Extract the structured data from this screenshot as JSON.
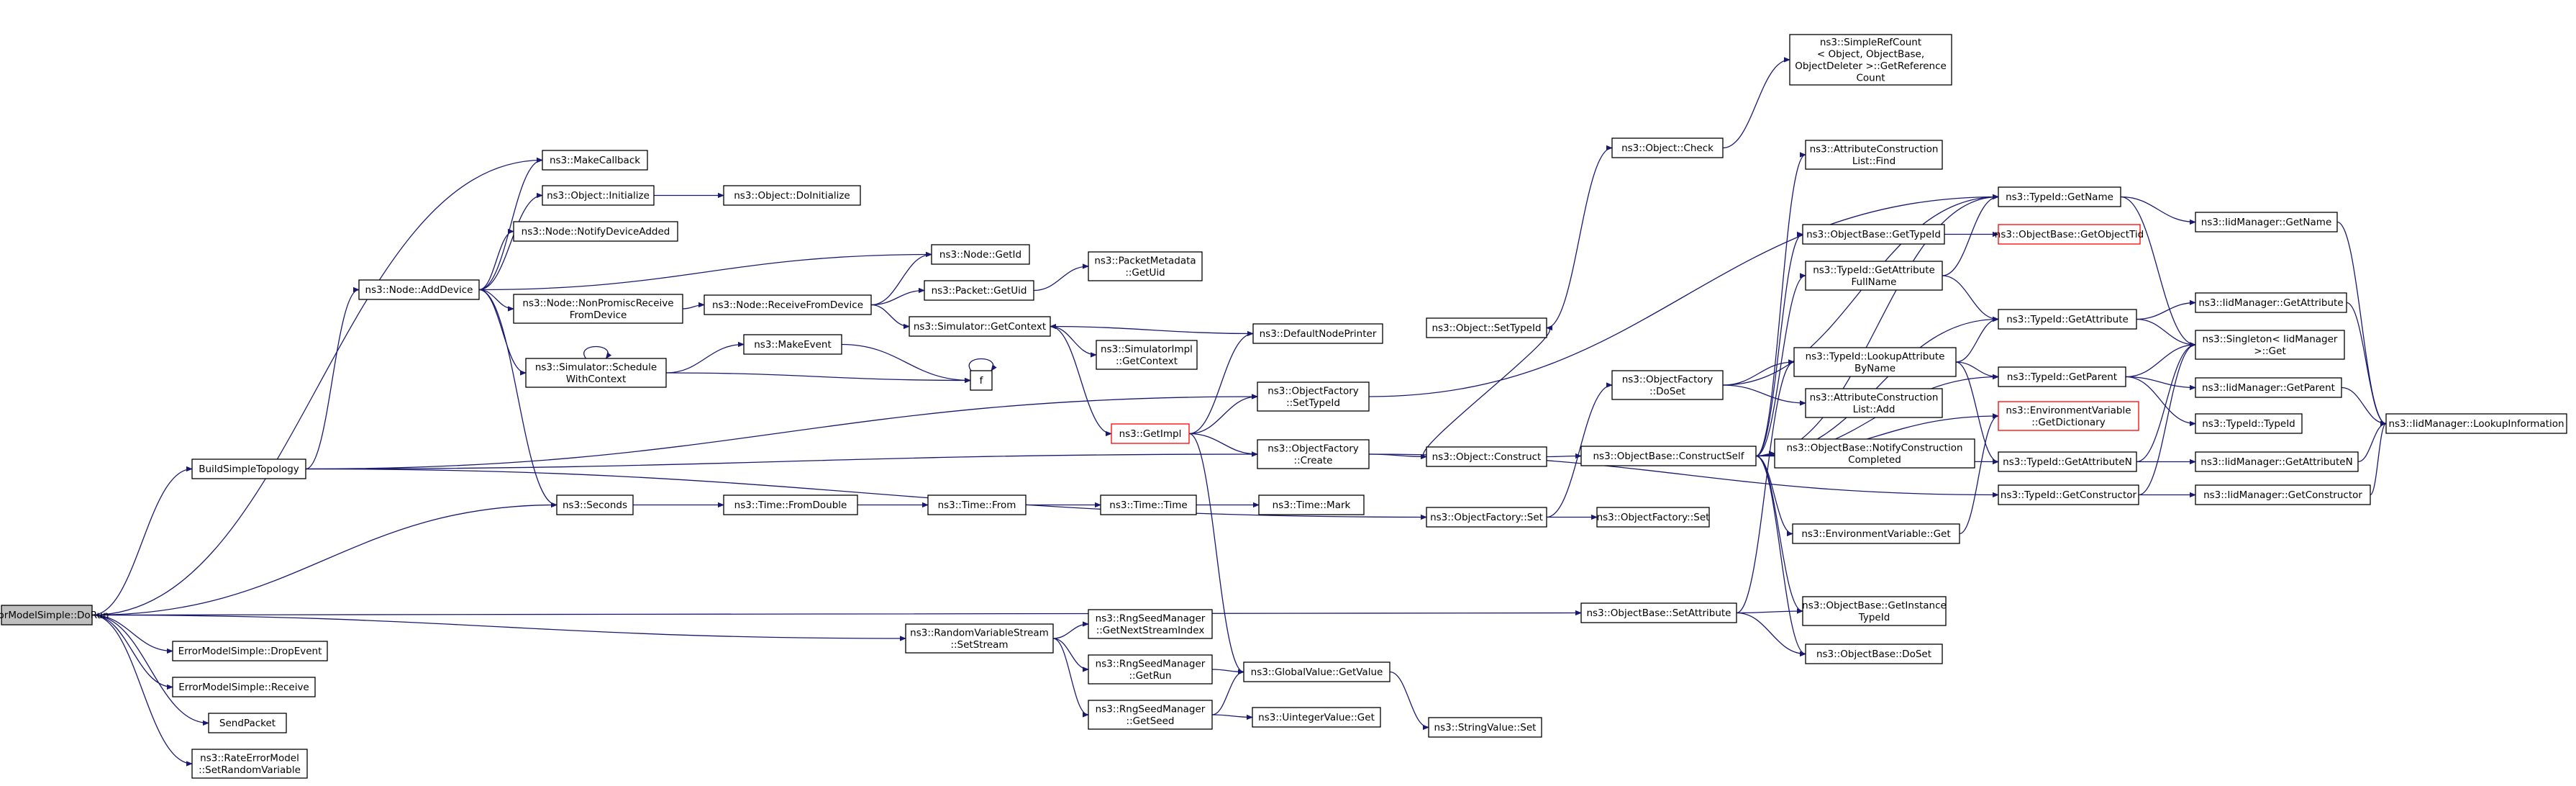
{
  "diagram": {
    "type": "call-graph",
    "colors": {
      "root_fill": "#bfbfbf",
      "edge": "#191970",
      "truncated_border": "#ff0000",
      "node_border": "#000000"
    },
    "nodes": [
      {
        "id": "dorun",
        "lines": [
          "ErrorModelSimple::DoRun"
        ],
        "root": true
      },
      {
        "id": "buildtopo",
        "lines": [
          "BuildSimpleTopology"
        ]
      },
      {
        "id": "dropevent",
        "lines": [
          "ErrorModelSimple::DropEvent"
        ]
      },
      {
        "id": "receive",
        "lines": [
          "ErrorModelSimple::Receive"
        ]
      },
      {
        "id": "sendpacket",
        "lines": [
          "SendPacket"
        ]
      },
      {
        "id": "setrandvar",
        "lines": [
          "ns3::RateErrorModel",
          "::SetRandomVariable"
        ]
      },
      {
        "id": "makecallback",
        "lines": [
          "ns3::MakeCallback"
        ]
      },
      {
        "id": "objinit",
        "lines": [
          "ns3::Object::Initialize"
        ]
      },
      {
        "id": "notifydev",
        "lines": [
          "ns3::Node::NotifyDeviceAdded"
        ]
      },
      {
        "id": "adddevice",
        "lines": [
          "ns3::Node::AddDevice"
        ]
      },
      {
        "id": "nonpromisc",
        "lines": [
          "ns3::Node::NonPromiscReceive",
          "FromDevice"
        ]
      },
      {
        "id": "schedctx",
        "lines": [
          "ns3::Simulator::Schedule",
          "WithContext"
        ]
      },
      {
        "id": "seconds",
        "lines": [
          "ns3::Seconds"
        ]
      },
      {
        "id": "dostart",
        "lines": [
          "ns3::Object::DoInitialize"
        ]
      },
      {
        "id": "nodegetid",
        "lines": [
          "ns3::Node::GetId"
        ]
      },
      {
        "id": "recvfromdev",
        "lines": [
          "ns3::Node::ReceiveFromDevice"
        ]
      },
      {
        "id": "packetgetuid",
        "lines": [
          "ns3::Packet::GetUid"
        ]
      },
      {
        "id": "pktmeta",
        "lines": [
          "ns3::PacketMetadata",
          "::GetUid"
        ]
      },
      {
        "id": "simgetctx",
        "lines": [
          "ns3::Simulator::GetContext"
        ]
      },
      {
        "id": "simimplctx",
        "lines": [
          "ns3::SimulatorImpl",
          "::GetContext"
        ]
      },
      {
        "id": "makeevent",
        "lines": [
          "ns3::MakeEvent"
        ]
      },
      {
        "id": "f",
        "lines": [
          "f"
        ]
      },
      {
        "id": "defnodeprinter",
        "lines": [
          "ns3::DefaultNodePrinter"
        ]
      },
      {
        "id": "getimpl",
        "lines": [
          "ns3::GetImpl"
        ],
        "truncated": true
      },
      {
        "id": "ofsettypeid",
        "lines": [
          "ns3::ObjectFactory",
          "::SetTypeId"
        ]
      },
      {
        "id": "ofcreate",
        "lines": [
          "ns3::ObjectFactory",
          "::Create"
        ]
      },
      {
        "id": "fromdouble",
        "lines": [
          "ns3::Time::FromDouble"
        ]
      },
      {
        "id": "timefrom",
        "lines": [
          "ns3::Time::From"
        ]
      },
      {
        "id": "timetime",
        "lines": [
          "ns3::Time::Time"
        ]
      },
      {
        "id": "timemark",
        "lines": [
          "ns3::Time::Mark"
        ]
      },
      {
        "id": "rvsetstream",
        "lines": [
          "ns3::RandomVariableStream",
          "::SetStream"
        ]
      },
      {
        "id": "rngnextstream",
        "lines": [
          "ns3::RngSeedManager",
          "::GetNextStreamIndex"
        ]
      },
      {
        "id": "rnggetrun",
        "lines": [
          "ns3::RngSeedManager",
          "::GetRun"
        ]
      },
      {
        "id": "rnggetseed",
        "lines": [
          "ns3::RngSeedManager",
          "::GetSeed"
        ]
      },
      {
        "id": "gvgetvalue",
        "lines": [
          "ns3::GlobalValue::GetValue"
        ]
      },
      {
        "id": "uintget",
        "lines": [
          "ns3::UintegerValue::Get"
        ]
      },
      {
        "id": "strset",
        "lines": [
          "ns3::StringValue::Set"
        ]
      },
      {
        "id": "objsettypeid",
        "lines": [
          "ns3::Object::SetTypeId"
        ]
      },
      {
        "id": "objconstruct",
        "lines": [
          "ns3::Object::Construct"
        ]
      },
      {
        "id": "ofset",
        "lines": [
          "ns3::ObjectFactory::Set"
        ]
      },
      {
        "id": "ofset2",
        "lines": [
          "ns3::ObjectFactory::Set"
        ]
      },
      {
        "id": "objcheck",
        "lines": [
          "ns3::Object::Check"
        ]
      },
      {
        "id": "simplerefcount",
        "lines": [
          "ns3::SimpleRefCount",
          "< Object, ObjectBase,",
          "ObjectDeleter >::GetReference",
          "Count"
        ]
      },
      {
        "id": "ofdoset",
        "lines": [
          "ns3::ObjectFactory",
          "::DoSet"
        ]
      },
      {
        "id": "obconstructself",
        "lines": [
          "ns3::ObjectBase::ConstructSelf"
        ]
      },
      {
        "id": "obsetattr",
        "lines": [
          "ns3::ObjectBase::SetAttribute"
        ]
      },
      {
        "id": "acfind",
        "lines": [
          "ns3::AttributeConstruction",
          "List::Find"
        ]
      },
      {
        "id": "obgettypeid",
        "lines": [
          "ns3::ObjectBase::GetTypeId"
        ]
      },
      {
        "id": "tidgetattrfull",
        "lines": [
          "ns3::TypeId::GetAttribute",
          "FullName"
        ]
      },
      {
        "id": "tidlookupattr",
        "lines": [
          "ns3::TypeId::LookupAttribute",
          "ByName"
        ]
      },
      {
        "id": "acadd",
        "lines": [
          "ns3::AttributeConstruction",
          "List::Add"
        ]
      },
      {
        "id": "obnotify",
        "lines": [
          "ns3::ObjectBase::NotifyConstruction",
          "Completed"
        ]
      },
      {
        "id": "envget",
        "lines": [
          "ns3::EnvironmentVariable::Get"
        ]
      },
      {
        "id": "obgetinst",
        "lines": [
          "ns3::ObjectBase::GetInstance",
          "TypeId"
        ]
      },
      {
        "id": "obdoset",
        "lines": [
          "ns3::ObjectBase::DoSet"
        ]
      },
      {
        "id": "tidgetname",
        "lines": [
          "ns3::TypeId::GetName"
        ]
      },
      {
        "id": "obgetobjtid",
        "lines": [
          "ns3::ObjectBase::GetObjectTid"
        ],
        "truncated": true
      },
      {
        "id": "tidgetattr",
        "lines": [
          "ns3::TypeId::GetAttribute"
        ]
      },
      {
        "id": "tidgetparent",
        "lines": [
          "ns3::TypeId::GetParent"
        ]
      },
      {
        "id": "envgetdict",
        "lines": [
          "ns3::EnvironmentVariable",
          "::GetDictionary"
        ],
        "truncated": true
      },
      {
        "id": "tidgetattrn",
        "lines": [
          "ns3::TypeId::GetAttributeN"
        ]
      },
      {
        "id": "tidgetctor",
        "lines": [
          "ns3::TypeId::GetConstructor"
        ]
      },
      {
        "id": "iidgetname",
        "lines": [
          "ns3::IidManager::GetName"
        ]
      },
      {
        "id": "iidgetattr",
        "lines": [
          "ns3::IidManager::GetAttribute"
        ]
      },
      {
        "id": "singletonget",
        "lines": [
          "ns3::Singleton< IidManager",
          " >::Get"
        ]
      },
      {
        "id": "iidgetparent",
        "lines": [
          "ns3::IidManager::GetParent"
        ]
      },
      {
        "id": "tidtypeid",
        "lines": [
          "ns3::TypeId::TypeId"
        ]
      },
      {
        "id": "iidgetattrn",
        "lines": [
          "ns3::IidManager::GetAttributeN"
        ]
      },
      {
        "id": "iidgetctor",
        "lines": [
          "ns3::IidManager::GetConstructor"
        ]
      },
      {
        "id": "iidlookup",
        "lines": [
          "ns3::IidManager::LookupInformation"
        ]
      }
    ],
    "edges": [
      [
        "dorun",
        "buildtopo"
      ],
      [
        "dorun",
        "dropevent"
      ],
      [
        "dorun",
        "receive"
      ],
      [
        "dorun",
        "sendpacket"
      ],
      [
        "dorun",
        "setrandvar"
      ],
      [
        "dorun",
        "makecallback"
      ],
      [
        "dorun",
        "seconds"
      ],
      [
        "dorun",
        "rvsetstream"
      ],
      [
        "dorun",
        "obsetattr"
      ],
      [
        "buildtopo",
        "adddevice"
      ],
      [
        "buildtopo",
        "ofsettypeid"
      ],
      [
        "buildtopo",
        "ofcreate"
      ],
      [
        "buildtopo",
        "ofset"
      ],
      [
        "adddevice",
        "makecallback"
      ],
      [
        "adddevice",
        "objinit"
      ],
      [
        "adddevice",
        "notifydev"
      ],
      [
        "adddevice",
        "nodegetid"
      ],
      [
        "adddevice",
        "nonpromisc"
      ],
      [
        "adddevice",
        "schedctx"
      ],
      [
        "adddevice",
        "seconds"
      ],
      [
        "objinit",
        "dostart"
      ],
      [
        "nonpromisc",
        "recvfromdev"
      ],
      [
        "recvfromdev",
        "nodegetid"
      ],
      [
        "recvfromdev",
        "packetgetuid"
      ],
      [
        "recvfromdev",
        "simgetctx"
      ],
      [
        "packetgetuid",
        "pktmeta"
      ],
      [
        "simgetctx",
        "simimplctx"
      ],
      [
        "simgetctx",
        "getimpl"
      ],
      [
        "schedctx",
        "schedctx"
      ],
      [
        "schedctx",
        "makeevent"
      ],
      [
        "schedctx",
        "f"
      ],
      [
        "makeevent",
        "f"
      ],
      [
        "f",
        "f"
      ],
      [
        "defnodeprinter",
        "simgetctx"
      ],
      [
        "getimpl",
        "defnodeprinter"
      ],
      [
        "getimpl",
        "ofsettypeid"
      ],
      [
        "getimpl",
        "ofcreate"
      ],
      [
        "getimpl",
        "gvgetvalue"
      ],
      [
        "seconds",
        "fromdouble"
      ],
      [
        "fromdouble",
        "timefrom"
      ],
      [
        "timefrom",
        "timetime"
      ],
      [
        "timetime",
        "timemark"
      ],
      [
        "rvsetstream",
        "rngnextstream"
      ],
      [
        "rvsetstream",
        "rnggetrun"
      ],
      [
        "rvsetstream",
        "rnggetseed"
      ],
      [
        "rnggetrun",
        "gvgetvalue"
      ],
      [
        "rnggetseed",
        "gvgetvalue"
      ],
      [
        "rnggetseed",
        "uintget"
      ],
      [
        "gvgetvalue",
        "strset"
      ],
      [
        "ofsettypeid",
        "tidgetname"
      ],
      [
        "ofcreate",
        "objconstruct"
      ],
      [
        "ofcreate",
        "tidgetctor"
      ],
      [
        "objconstruct",
        "objsettypeid"
      ],
      [
        "objconstruct",
        "obconstructself"
      ],
      [
        "objsettypeid",
        "objcheck"
      ],
      [
        "objcheck",
        "simplerefcount"
      ],
      [
        "ofset",
        "ofdoset"
      ],
      [
        "ofset",
        "ofset2"
      ],
      [
        "ofdoset",
        "tidgetname"
      ],
      [
        "ofdoset",
        "tidlookupattr"
      ],
      [
        "ofdoset",
        "acadd"
      ],
      [
        "obconstructself",
        "acfind"
      ],
      [
        "obconstructself",
        "obgettypeid"
      ],
      [
        "obconstructself",
        "tidgetattrfull"
      ],
      [
        "obconstructself",
        "tidgetattr"
      ],
      [
        "obconstructself",
        "tidgetname"
      ],
      [
        "obconstructself",
        "tidgetparent"
      ],
      [
        "obconstructself",
        "obnotify"
      ],
      [
        "obconstructself",
        "envget"
      ],
      [
        "obconstructself",
        "obgetinst"
      ],
      [
        "obconstructself",
        "obdoset"
      ],
      [
        "obconstructself",
        "tidgetattrn"
      ],
      [
        "obconstructself",
        "envgetdict"
      ],
      [
        "obsetattr",
        "obgetinst"
      ],
      [
        "obsetattr",
        "obdoset"
      ],
      [
        "obsetattr",
        "tidlookupattr"
      ],
      [
        "obgettypeid",
        "obgetobjtid"
      ],
      [
        "tidgetattrfull",
        "tidgetname"
      ],
      [
        "tidgetattrfull",
        "tidgetattr"
      ],
      [
        "tidlookupattr",
        "tidgetattr"
      ],
      [
        "tidlookupattr",
        "tidgetparent"
      ],
      [
        "tidlookupattr",
        "tidgetattrn"
      ],
      [
        "envget",
        "envgetdict"
      ],
      [
        "tidgetname",
        "iidgetname"
      ],
      [
        "tidgetname",
        "singletonget"
      ],
      [
        "tidgetattr",
        "iidgetattr"
      ],
      [
        "tidgetattr",
        "singletonget"
      ],
      [
        "tidgetparent",
        "iidgetparent"
      ],
      [
        "tidgetparent",
        "singletonget"
      ],
      [
        "tidgetparent",
        "tidtypeid"
      ],
      [
        "tidgetattrn",
        "iidgetattrn"
      ],
      [
        "tidgetattrn",
        "singletonget"
      ],
      [
        "tidgetctor",
        "iidgetctor"
      ],
      [
        "tidgetctor",
        "singletonget"
      ],
      [
        "iidgetname",
        "iidlookup"
      ],
      [
        "iidgetattr",
        "iidlookup"
      ],
      [
        "iidgetparent",
        "iidlookup"
      ],
      [
        "iidgetattrn",
        "iidlookup"
      ],
      [
        "iidgetctor",
        "iidlookup"
      ]
    ]
  }
}
